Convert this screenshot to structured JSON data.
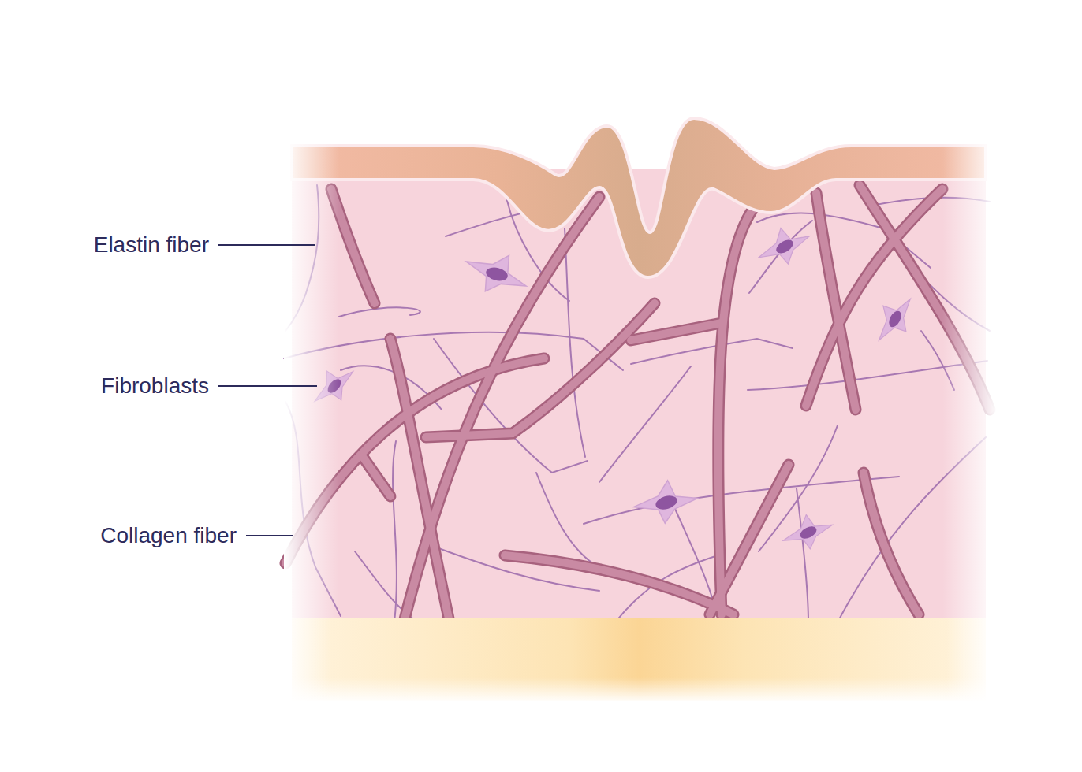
{
  "diagram": {
    "labels": [
      "Elastin fiber",
      "Fibroblasts",
      "Collagen fiber"
    ]
  }
}
